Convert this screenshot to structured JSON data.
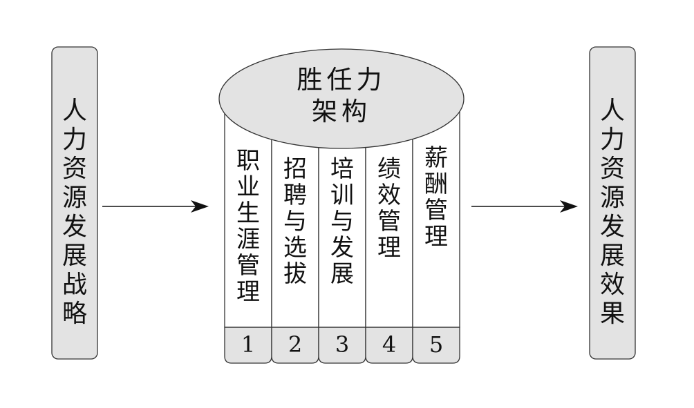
{
  "diagram": {
    "left_box": {
      "label": "人力资源发展战略"
    },
    "right_box": {
      "label": "人力资源发展效果"
    },
    "core": {
      "line1": "胜任力",
      "line2": "架构"
    },
    "pillars": [
      {
        "label": "职业生涯管理",
        "number": "1"
      },
      {
        "label": "招聘与选拔",
        "number": "2"
      },
      {
        "label": "培训与发展",
        "number": "3"
      },
      {
        "label": "绩效管理",
        "number": "4"
      },
      {
        "label": "薪酬管理",
        "number": "5"
      }
    ],
    "colors": {
      "box_fill": "#e3e3e3",
      "stroke": "#333333",
      "text": "#111111",
      "background": "#ffffff"
    }
  }
}
